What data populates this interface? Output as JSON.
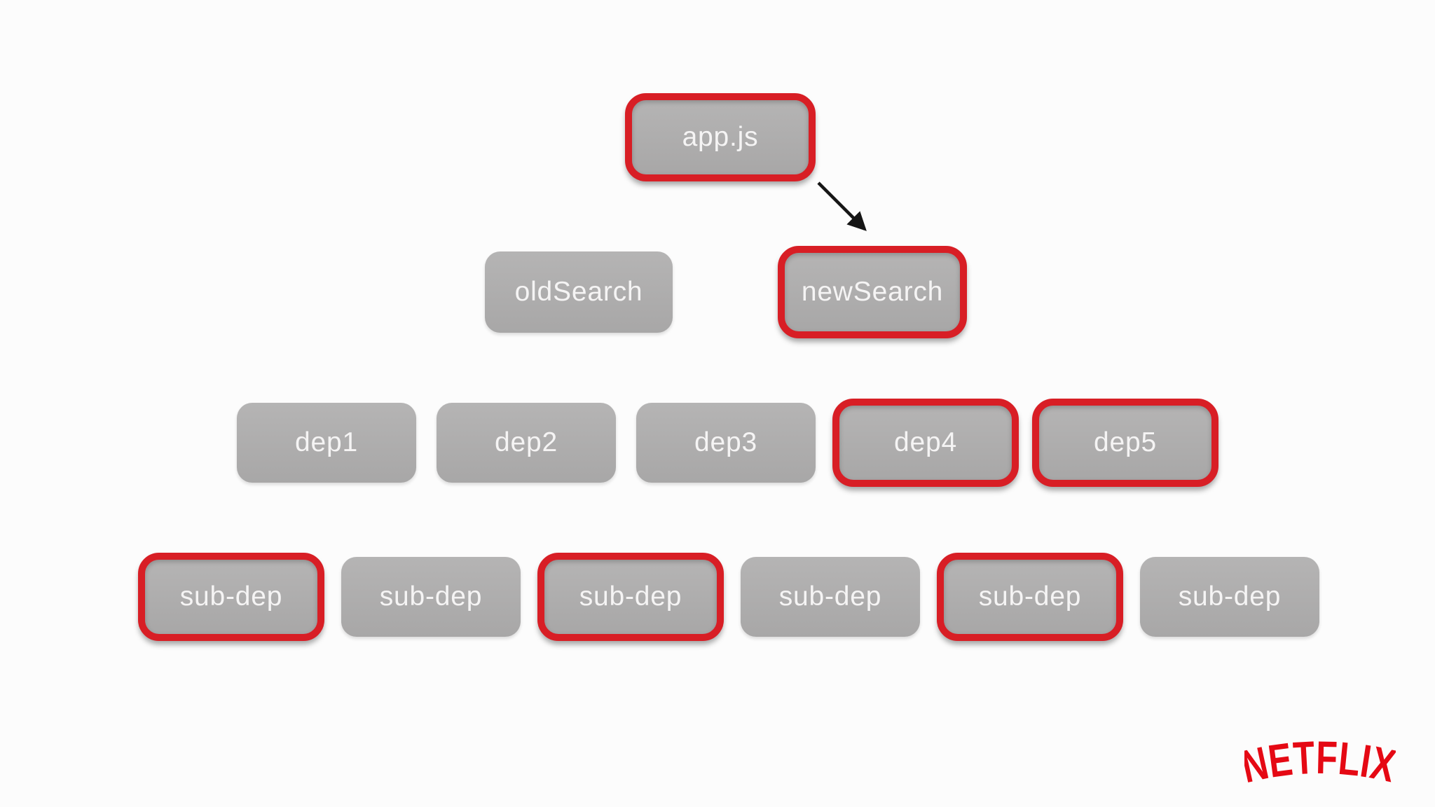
{
  "canvas": {
    "background": "#fcfcfc"
  },
  "diagram": {
    "description": "Module dependency tree with highlighted path",
    "colors": {
      "node_fill": "#b1b0b0",
      "node_text": "#f5f4f4",
      "highlight_border": "#d81e25",
      "arrow": "#151515"
    },
    "nodes": [
      {
        "id": "app.js",
        "label": "app.js",
        "highlighted": true
      },
      {
        "id": "oldSearch",
        "label": "oldSearch",
        "highlighted": false
      },
      {
        "id": "newSearch",
        "label": "newSearch",
        "highlighted": true
      },
      {
        "id": "dep1",
        "label": "dep1",
        "highlighted": false
      },
      {
        "id": "dep2",
        "label": "dep2",
        "highlighted": false
      },
      {
        "id": "dep3",
        "label": "dep3",
        "highlighted": false
      },
      {
        "id": "dep4",
        "label": "dep4",
        "highlighted": true
      },
      {
        "id": "dep5",
        "label": "dep5",
        "highlighted": true
      },
      {
        "id": "sub-dep-1",
        "label": "sub-dep",
        "highlighted": true
      },
      {
        "id": "sub-dep-2",
        "label": "sub-dep",
        "highlighted": false
      },
      {
        "id": "sub-dep-3",
        "label": "sub-dep",
        "highlighted": true
      },
      {
        "id": "sub-dep-4",
        "label": "sub-dep",
        "highlighted": false
      },
      {
        "id": "sub-dep-5",
        "label": "sub-dep",
        "highlighted": true
      },
      {
        "id": "sub-dep-6",
        "label": "sub-dep",
        "highlighted": false
      }
    ],
    "edges": [
      {
        "from": "app.js",
        "to": "newSearch",
        "type": "arrow"
      }
    ]
  },
  "branding": {
    "logo_text": "NETFLIX",
    "logo_color": "#E50914"
  }
}
